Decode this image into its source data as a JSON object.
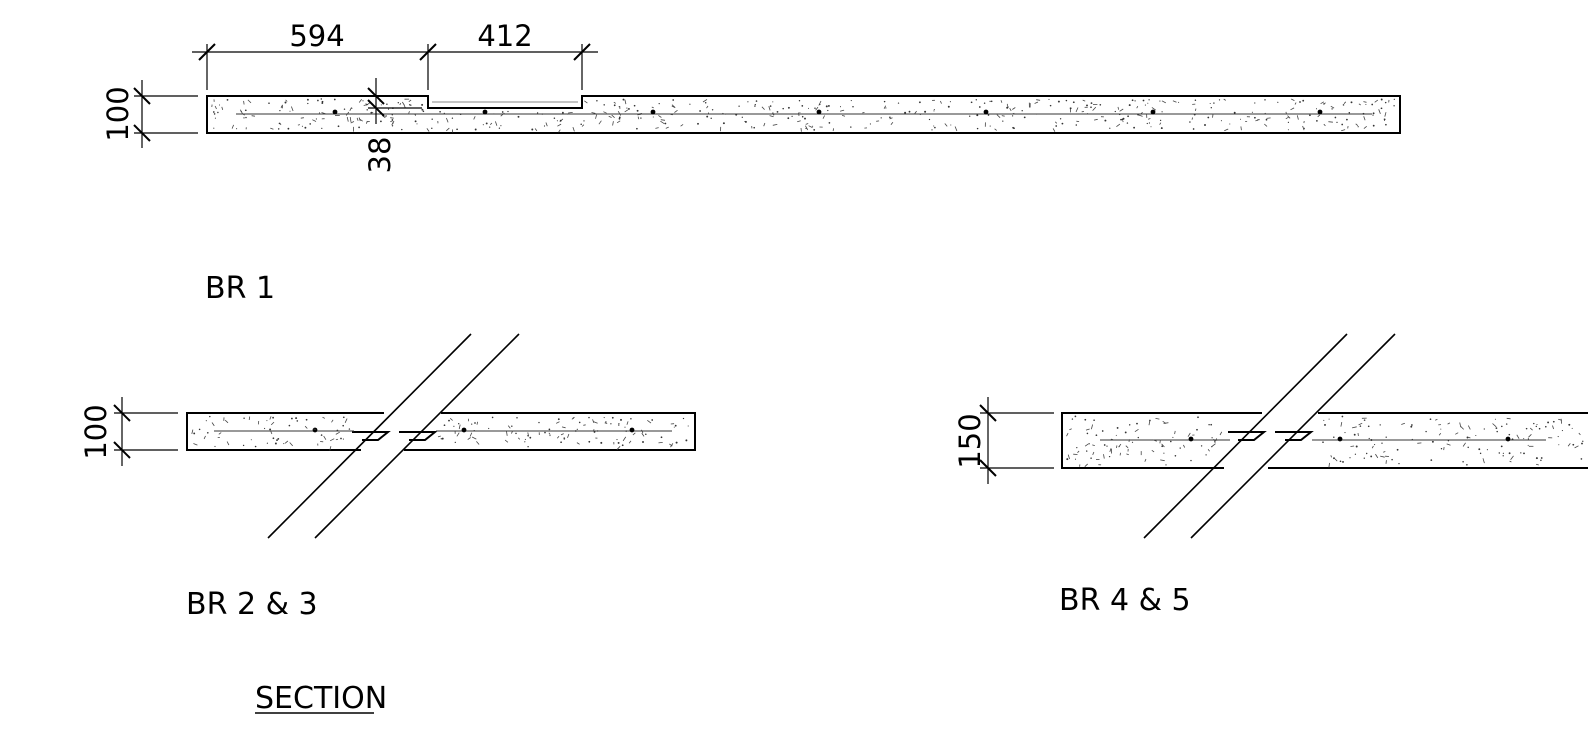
{
  "labels": {
    "br1": "BR 1",
    "br23": "BR 2 & 3",
    "br45": "BR 4 & 5",
    "section": "SECTION"
  },
  "dimensions": {
    "br1_thickness": "100",
    "br1_recess_depth": "38",
    "br1_offset": "594",
    "br1_recess_width": "412",
    "br23_thickness": "100",
    "br45_thickness": "150"
  },
  "colors": {
    "line": "#000000",
    "background": "#ffffff"
  }
}
